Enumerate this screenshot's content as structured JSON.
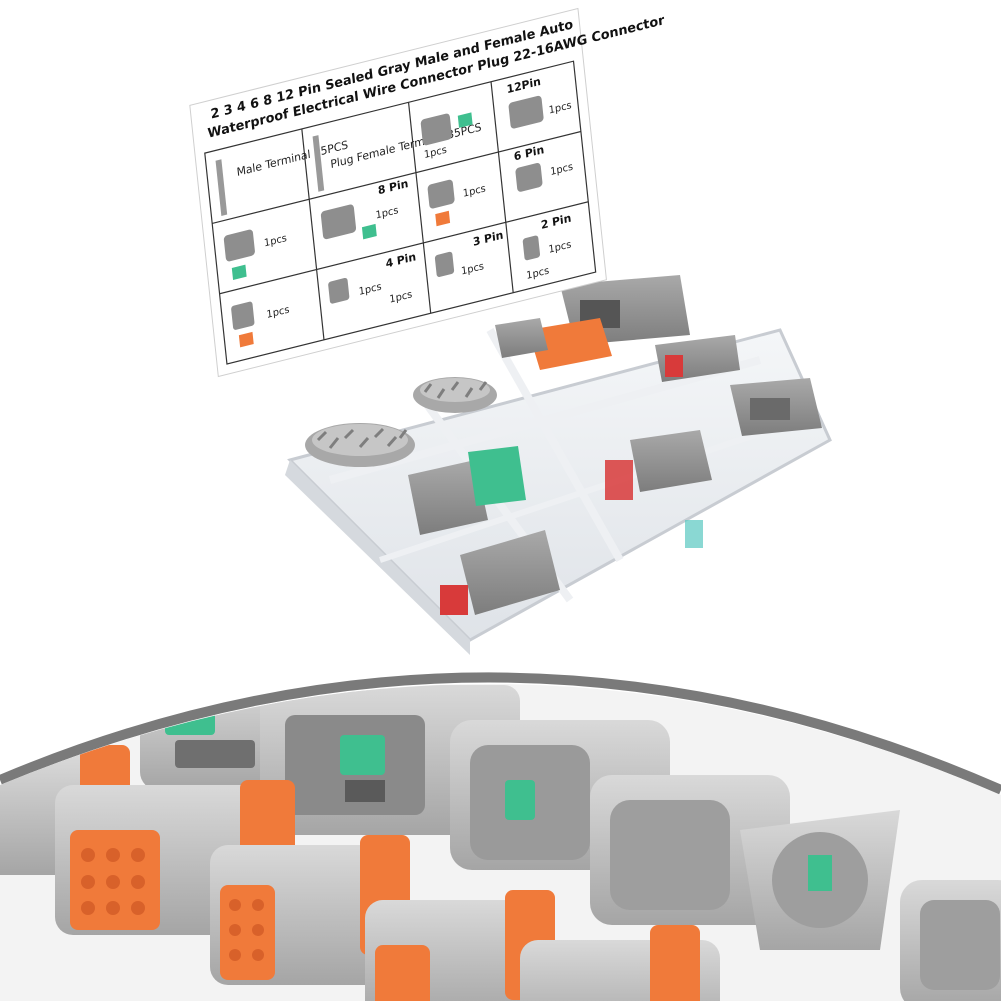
{
  "card": {
    "title_line1": "2 3 4 6 8 12 Pin Sealed Gray Male and Female Auto",
    "title_line2": "Waterproof Electrical Wire Connector Plug 22-16AWG Connector",
    "cells": [
      {
        "label": "Male Terminal 35PCS"
      },
      {
        "label": "Plug Female Terminal 35PCS"
      },
      {
        "pins": "12Pin",
        "count_a": "1pcs",
        "count_b": "1pcs"
      },
      {
        "pins": "8 Pin",
        "count_a": "1pcs",
        "count_b": "1pcs"
      },
      {
        "pins": "6 Pin",
        "count_a": "1pcs",
        "count_b": "1pcs"
      },
      {
        "pins": "4 Pin",
        "count_a": "1pcs",
        "count_b": "1pcs"
      },
      {
        "pins": "3 Pin",
        "count_a": "1pcs",
        "count_b": "1pcs"
      },
      {
        "pins": "2 Pin",
        "count_a": "1pcs",
        "count_b": "1pcs"
      }
    ]
  },
  "colors": {
    "connector_gray": "#8e8e8e",
    "connector_dark": "#5f5f5f",
    "wedge_orange": "#f07a3a",
    "wedge_green": "#3fbf8f",
    "seal_red": "#d83a3a",
    "terminal_silver": "#b9b9b9",
    "divider_gray": "#7a7a7a"
  }
}
